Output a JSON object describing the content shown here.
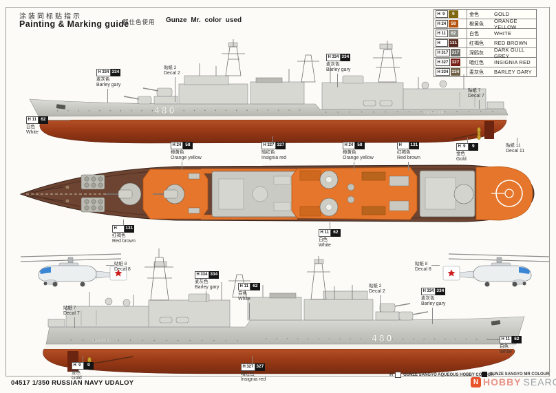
{
  "header": {
    "title_cn": "涂装同标贴指示",
    "title_en": "Painting & Marking guide",
    "usage_cn": "郡仕色使用",
    "usage_en": "Gunze Mr. color used"
  },
  "color_table": {
    "rows": [
      {
        "h": "H",
        "h_num": "9",
        "mr": "9",
        "chip": "#7f6712",
        "cn": "金色",
        "en": "GOLD"
      },
      {
        "h": "H",
        "h_num": "24",
        "mr": "58",
        "chip": "#b45410",
        "cn": "橙黄色",
        "en": "ORANGE YELLOW"
      },
      {
        "h": "H",
        "h_num": "11",
        "mr": "62",
        "chip": "#90908b",
        "cn": "白色",
        "en": "WHITE"
      },
      {
        "h": "H",
        "h_num": "",
        "mr": "131",
        "chip": "#55281d",
        "cn": "红褐色",
        "en": "RED BROWN"
      },
      {
        "h": "H",
        "h_num": "317",
        "mr": "317",
        "chip": "#6e6e66",
        "cn": "深鸥灰",
        "en": "DARK GULL GREY"
      },
      {
        "h": "H",
        "h_num": "327",
        "mr": "327",
        "chip": "#771f18",
        "cn": "暗红色",
        "en": "INSIGNIA RED"
      },
      {
        "h": "H",
        "h_num": "334",
        "mr": "334",
        "chip": "#6f6045",
        "cn": "麦灰色",
        "en": "BARLEY GARY"
      }
    ]
  },
  "ship": {
    "hull_number": "480",
    "stern_name": "УДАЛОЙ"
  },
  "callouts": [
    {
      "kind": "paint",
      "h": "H",
      "h_num": "334",
      "mr": "334",
      "cn": "麦灰色",
      "en": "Barley gary"
    },
    {
      "kind": "decal",
      "cn": "貼紙 2",
      "en": "Decal 2"
    },
    {
      "kind": "paint",
      "h": "H",
      "h_num": "334",
      "mr": "334",
      "cn": "麦灰色",
      "en": "Barley gary"
    },
    {
      "kind": "decal",
      "cn": "貼紙 7",
      "en": "Decal 7"
    },
    {
      "kind": "paint",
      "h": "H",
      "h_num": "11",
      "mr": "62",
      "cn": "白色",
      "en": "White"
    },
    {
      "kind": "paint",
      "h": "H",
      "h_num": "24",
      "mr": "58",
      "cn": "橙黄色",
      "en": "Orange yellow"
    },
    {
      "kind": "paint",
      "h": "H",
      "h_num": "327",
      "mr": "327",
      "cn": "暗红色",
      "en": "Insignia red"
    },
    {
      "kind": "paint",
      "h": "H",
      "h_num": "24",
      "mr": "58",
      "cn": "橙黄色",
      "en": "Orange yellow"
    },
    {
      "kind": "paint",
      "h": "H",
      "h_num": "",
      "mr": "131",
      "cn": "红褐色",
      "en": "Red brown"
    },
    {
      "kind": "paint",
      "h": "H",
      "h_num": "9",
      "mr": "9",
      "cn": "金色",
      "en": "Gold"
    },
    {
      "kind": "decal",
      "cn": "貼紙 11",
      "en": "Decal 11"
    },
    {
      "kind": "paint",
      "h": "H",
      "h_num": "",
      "mr": "131",
      "cn": "红褐色",
      "en": "Red brown"
    },
    {
      "kind": "paint",
      "h": "H",
      "h_num": "11",
      "mr": "62",
      "cn": "白色",
      "en": "White"
    },
    {
      "kind": "decal",
      "cn": "貼紙 8",
      "en": "Decal 8"
    },
    {
      "kind": "paint",
      "h": "H",
      "h_num": "334",
      "mr": "334",
      "cn": "麦灰色",
      "en": "Barley gary"
    },
    {
      "kind": "paint",
      "h": "H",
      "h_num": "11",
      "mr": "62",
      "cn": "白色",
      "en": "White"
    },
    {
      "kind": "decal",
      "cn": "貼紙 2",
      "en": "Decal 2"
    },
    {
      "kind": "paint",
      "h": "H",
      "h_num": "334",
      "mr": "334",
      "cn": "麦灰色",
      "en": "Barley gary"
    },
    {
      "kind": "decal",
      "cn": "貼紙 8",
      "en": "Decal 8"
    },
    {
      "kind": "decal",
      "cn": "貼紙 7",
      "en": "Decal 7"
    },
    {
      "kind": "paint",
      "h": "H",
      "h_num": "9",
      "mr": "9",
      "cn": "金色",
      "en": "Gold"
    },
    {
      "kind": "paint",
      "h": "H",
      "h_num": "327",
      "mr": "327",
      "cn": "暗红色",
      "en": "Insignia red"
    },
    {
      "kind": "paint",
      "h": "H",
      "h_num": "11",
      "mr": "62",
      "cn": "白色",
      "en": "White"
    }
  ],
  "footer": {
    "kit": "04517 1/350 RUSSIAN NAVY UDALOY",
    "aqueous_label": "GUNZE SANGYO AQUEOUS HOBBY COLOUR",
    "mr_label": "GUNZE SANGYO MR COLOUR",
    "watermark_word1": "HOBBY",
    "watermark_word2": "SEARCH"
  }
}
